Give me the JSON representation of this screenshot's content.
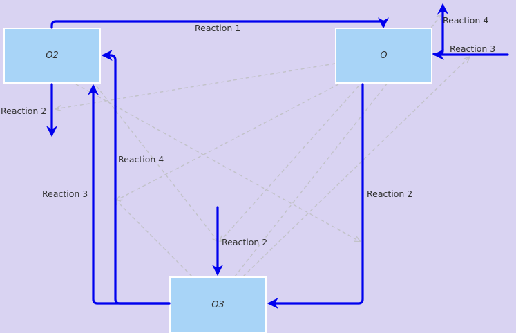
{
  "colors": {
    "background": "#d9d3f2",
    "node_fill": "#a8d4f7",
    "node_border": "#ffffff",
    "main_edge": "#0000ee",
    "secondary_edge": "#c2c2c8",
    "text": "#333333"
  },
  "nodes": {
    "o2": "O2",
    "o": "O",
    "o3": "O3"
  },
  "edges": {
    "o2_to_o": "Reaction 1",
    "o_top": "Reaction 4",
    "o_in": "Reaction 3",
    "o2_out": "Reaction 2",
    "o3_to_o2_inner": "Reaction 4",
    "o3_to_o2_outer": "Reaction 3",
    "o_to_o3": "Reaction 2",
    "into_o3": "Reaction 2"
  }
}
